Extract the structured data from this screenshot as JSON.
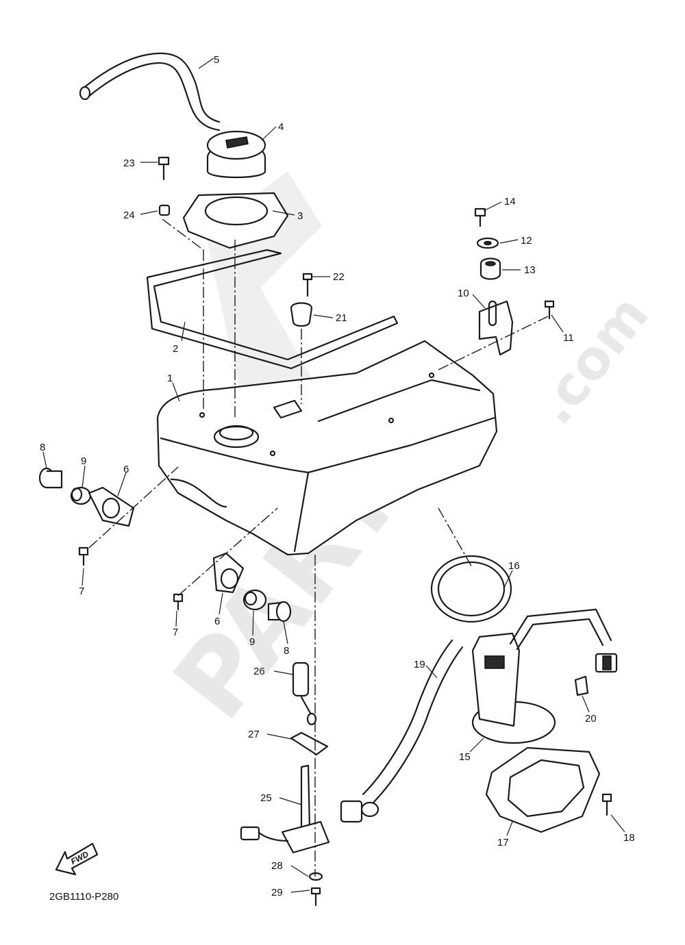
{
  "watermark": {
    "brand": "PARTSS",
    "domain": ".com"
  },
  "diagram_code": "2GB1110-P280",
  "fwd_label": "FWD",
  "callouts": {
    "c1": "1",
    "c2": "2",
    "c3": "3",
    "c4": "4",
    "c5": "5",
    "c6a": "6",
    "c6b": "6",
    "c7a": "7",
    "c7b": "7",
    "c8a": "8",
    "c8b": "8",
    "c9a": "9",
    "c9b": "9",
    "c10": "10",
    "c11": "11",
    "c12": "12",
    "c13": "13",
    "c14": "14",
    "c15": "15",
    "c16": "16",
    "c17": "17",
    "c18": "18",
    "c19": "19",
    "c20": "20",
    "c21": "21",
    "c22": "22",
    "c23": "23",
    "c24": "24",
    "c25": "25",
    "c26": "26",
    "c27": "27",
    "c28": "28",
    "c29": "29"
  }
}
